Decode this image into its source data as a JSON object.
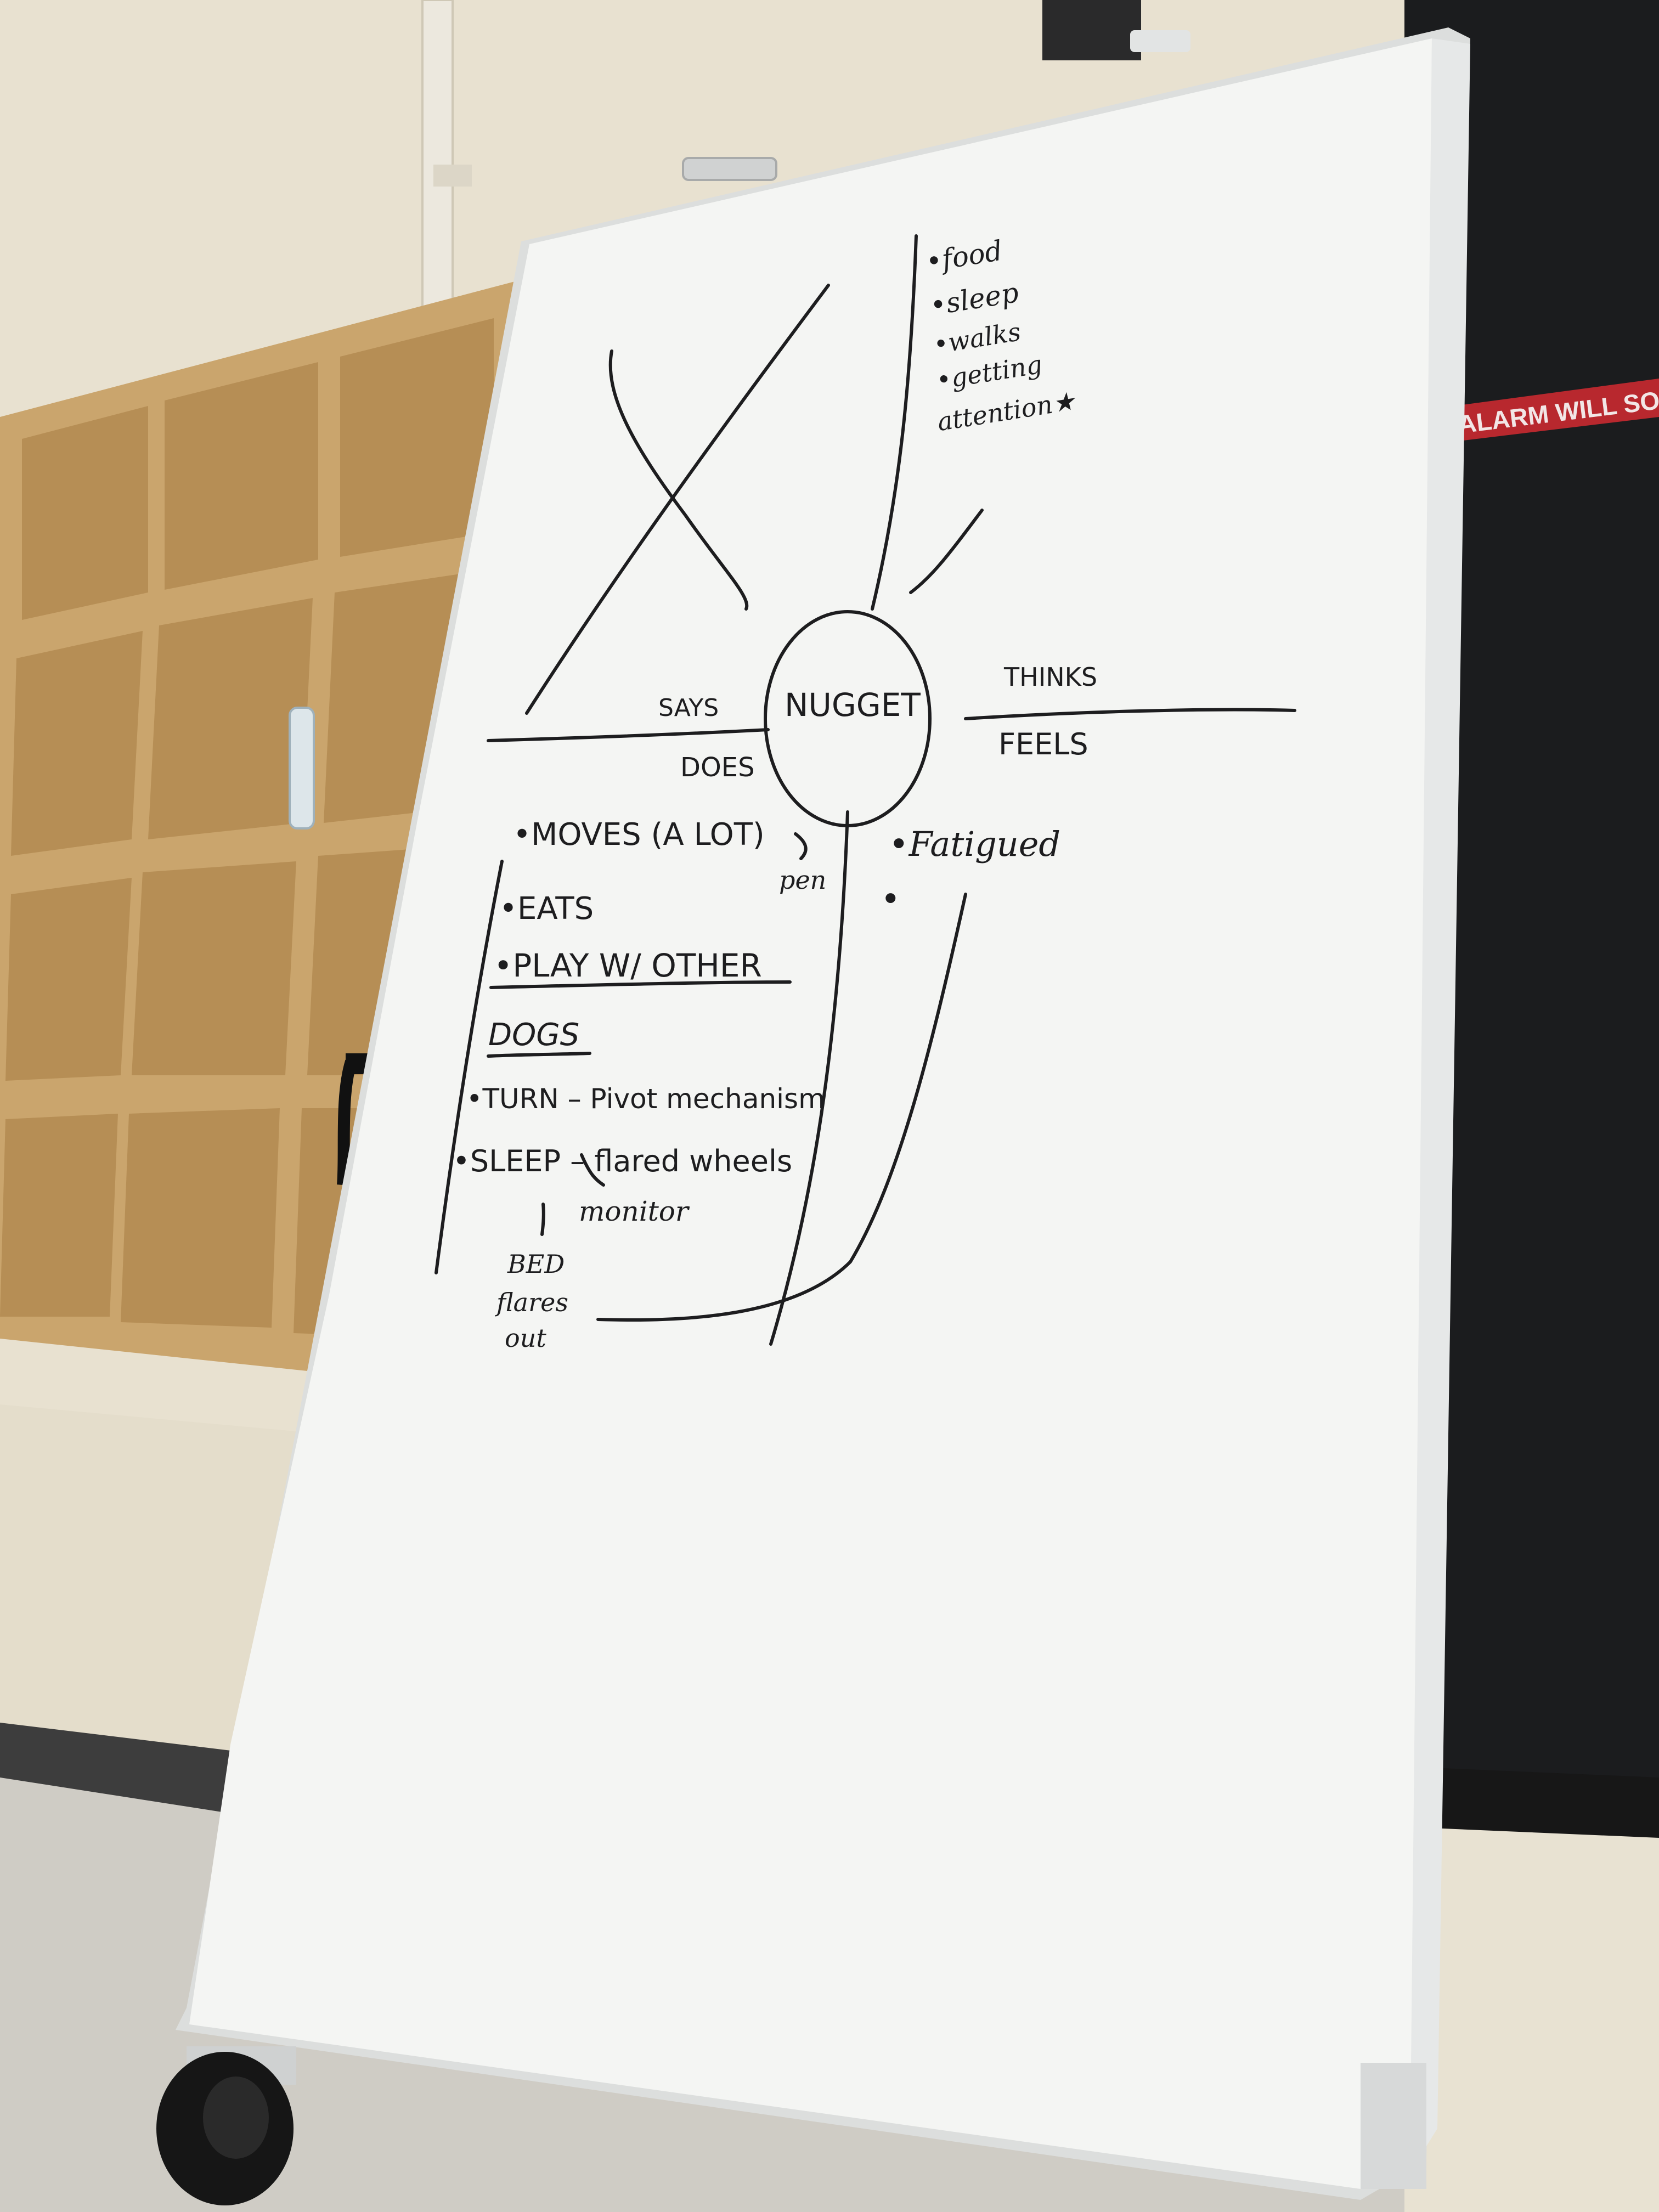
{
  "scene": {
    "description_tag": "whiteboard-empathy-map-photo",
    "colors": {
      "wall": "#e7e0cf",
      "shelf_wood": "#d7b47d",
      "board_surface": "#f4f5f3",
      "board_frame": "#e9eaea",
      "door_dark": "#1a1b1d",
      "floor": "#cbc8c1",
      "marker_ink": "#1d1d1f",
      "sign_red": "#b8282e"
    }
  },
  "board": {
    "center_label": "NUGGET",
    "quadrant_labels": {
      "says": "SAYS",
      "does": "DOES",
      "thinks": "THINKS",
      "feels": "FEELS"
    },
    "thinks_items": [
      "•food",
      "•sleep",
      "•walks",
      "•getting",
      "attention★"
    ],
    "does_items": {
      "item1": "•MOVES (A LOT)",
      "pen_note": "pen",
      "item2": "•EATS",
      "item3_line1": "•PLAY W/ OTHER",
      "item3_line2": "DOGS",
      "item4": "•TURN – Pivot mechanism",
      "item5": "•SLEEP – flared wheels",
      "monitor_note": "monitor",
      "bed_note_line1": "BED",
      "bed_note_line2": "flares",
      "bed_note_line3": "out"
    },
    "feels_items": [
      "•Fatigued",
      "•"
    ]
  },
  "door_sign": {
    "text": "ALARM WILL SOUND"
  }
}
